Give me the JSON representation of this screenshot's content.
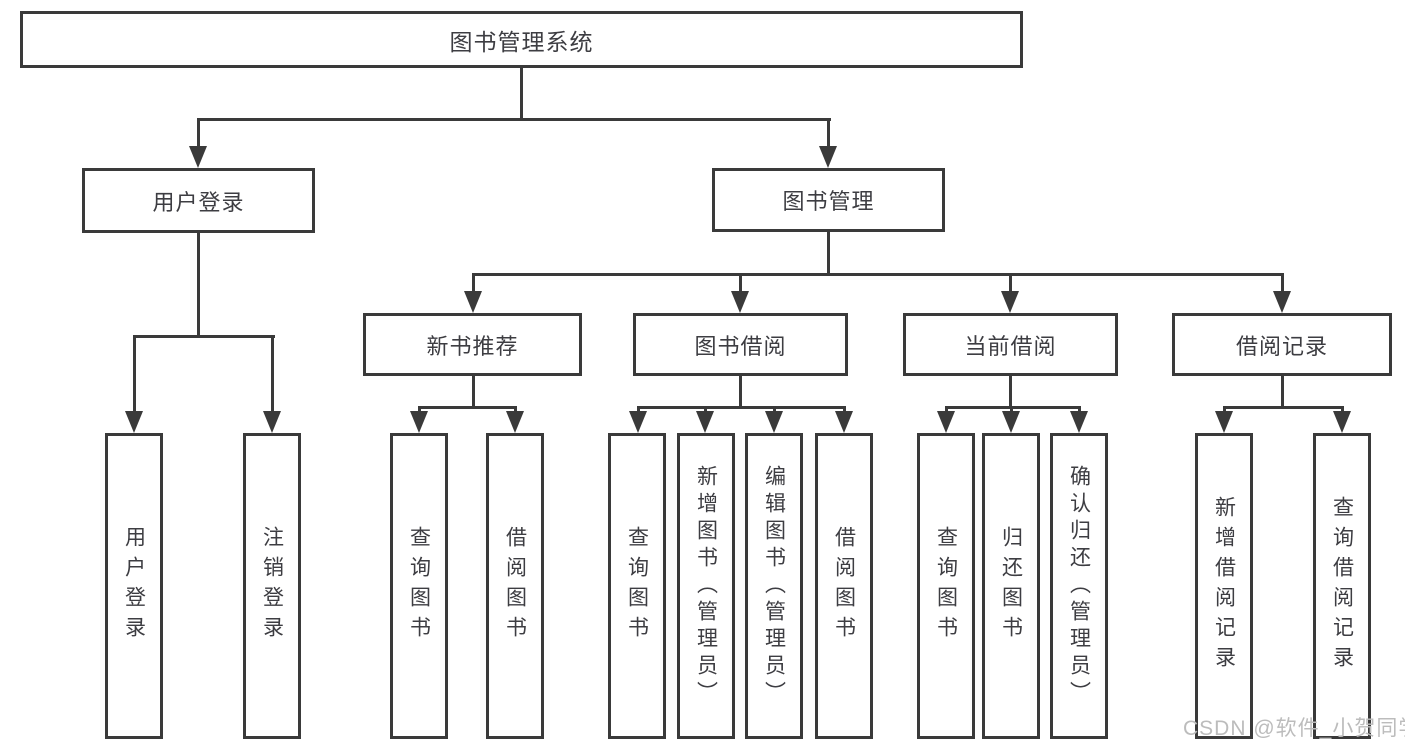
{
  "diagram": {
    "root": "图书管理系统",
    "branches": [
      {
        "label": "用户登录",
        "children": [
          "用户登录",
          "注销登录"
        ]
      },
      {
        "label": "图书管理",
        "children": [
          {
            "label": "新书推荐",
            "children": [
              "查询图书",
              "借阅图书"
            ]
          },
          {
            "label": "图书借阅",
            "children": [
              "查询图书",
              "新增图书（管理员）",
              "编辑图书（管理员）",
              "借阅图书"
            ]
          },
          {
            "label": "当前借阅",
            "children": [
              "查询图书",
              "归还图书",
              "确认归还（管理员）"
            ]
          },
          {
            "label": "借阅记录",
            "children": [
              "新增借阅记录",
              "查询借阅记录"
            ]
          }
        ]
      }
    ]
  },
  "watermark": "CSDN @软件_小贺同学",
  "colors": {
    "line": "#3a3a3a",
    "text": "#3d3d42",
    "watermark": "#bcbcbc",
    "background": "#ffffff"
  }
}
